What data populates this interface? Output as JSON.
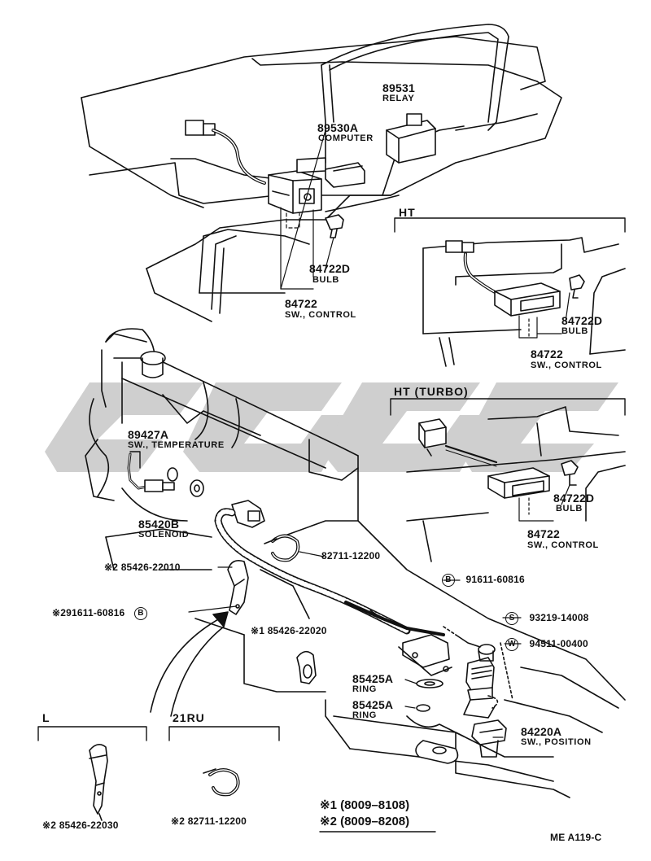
{
  "diagram_id": "ME  A119-C",
  "sections": {
    "ht": "HT",
    "ht_turbo": "HT  (TURBO)",
    "l": "L",
    "21ru": "21RU"
  },
  "parts": {
    "relay": {
      "number": "89531",
      "desc": "RELAY"
    },
    "computer": {
      "number": "89530A",
      "desc": "COMPUTER"
    },
    "bulb_main": {
      "number": "84722D",
      "desc": "BULB"
    },
    "control_main": {
      "number": "84722",
      "desc": "SW., CONTROL"
    },
    "bulb_ht": {
      "number": "84722D",
      "desc": "BULB"
    },
    "control_ht": {
      "number": "84722",
      "desc": "SW., CONTROL"
    },
    "bulb_turbo": {
      "number": "84722D",
      "desc": "BULB"
    },
    "control_turbo": {
      "number": "84722",
      "desc": "SW., CONTROL"
    },
    "temp_sw": {
      "number": "89427A",
      "desc": "SW., TEMPERATURE"
    },
    "solenoid": {
      "number": "85420B",
      "desc": "SOLENOID"
    },
    "clamp_82711": {
      "number": "82711-12200"
    },
    "bracket_22010": {
      "prefix": "※2",
      "number": "85426-22010"
    },
    "bolt_left": {
      "prefix": "※2",
      "callout": "B",
      "number": "91611-60816"
    },
    "bolt_right": {
      "callout": "B",
      "number": "91611-60816"
    },
    "bracket_22020": {
      "prefix": "※1",
      "number": "85426-22020"
    },
    "screw": {
      "callout": "S",
      "number": "93219-14008"
    },
    "washer": {
      "callout": "W",
      "number": "94511-00400"
    },
    "ring_1": {
      "number": "85425A",
      "desc": "RING"
    },
    "ring_2": {
      "number": "85425A",
      "desc": "RING"
    },
    "position_sw": {
      "number": "84220A",
      "desc": "SW., POSITION"
    },
    "bracket_22030": {
      "prefix": "※2",
      "number": "85426-22030"
    },
    "clamp_21ru": {
      "prefix": "※2",
      "number": "82711-12200"
    }
  },
  "footnotes": {
    "note1": "※1 (8009–8108)",
    "note2": "※2 (8009–8208)"
  }
}
